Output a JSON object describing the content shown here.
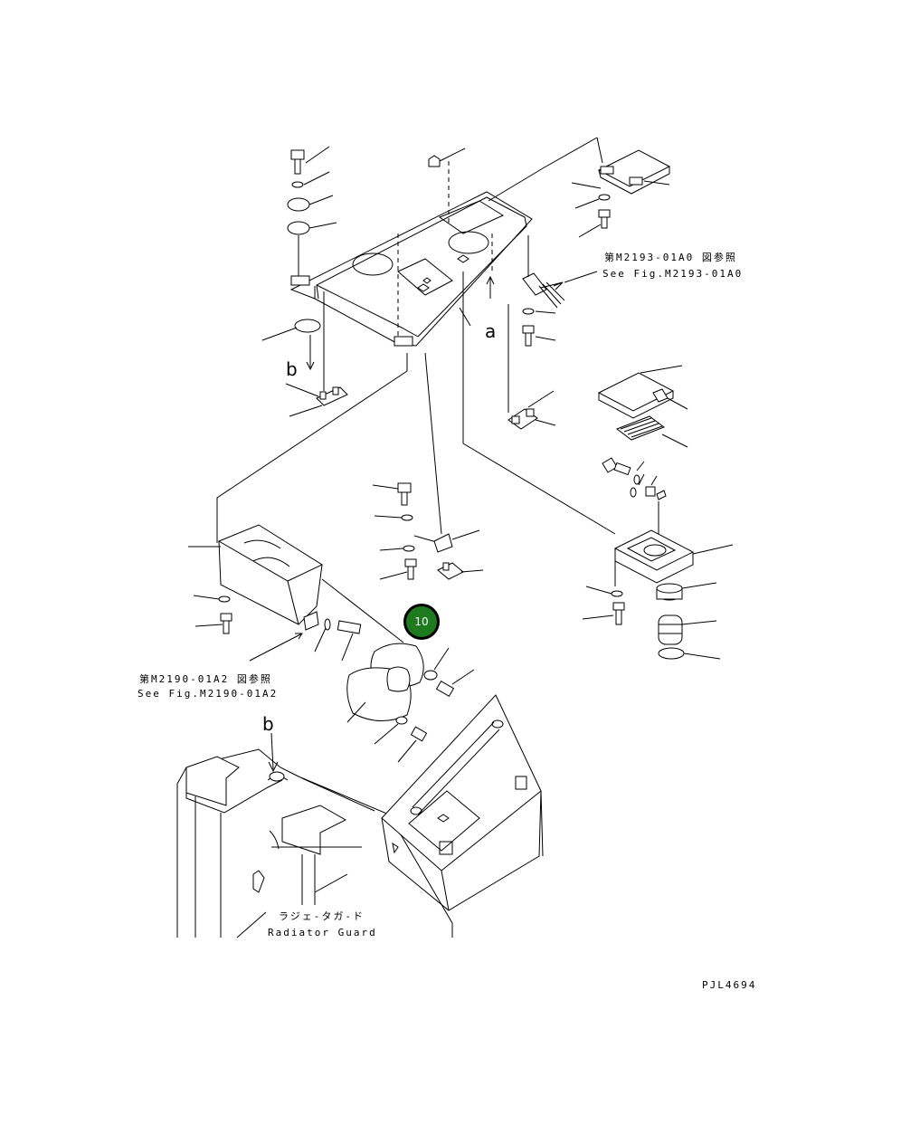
{
  "references": {
    "top": {
      "jp": "第M2193-01A0 図参照",
      "en": "See Fig.M2193-01A0"
    },
    "left": {
      "jp": "第M2190-01A2 図参照",
      "en": "See Fig.M2190-01A2"
    }
  },
  "labels": {
    "a": "a",
    "b_upper": "b",
    "b_lower": "b"
  },
  "radiator_guard": {
    "jp": "ラジェ-タガ-ド",
    "en": "Radiator Guard"
  },
  "callout": {
    "number": "10",
    "color": "#1e7a1e"
  },
  "drawing_code": "PJL4694"
}
